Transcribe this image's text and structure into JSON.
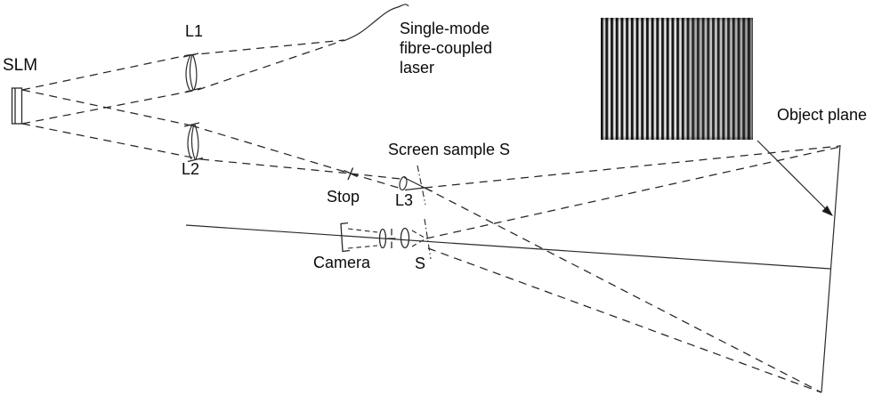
{
  "figure": {
    "type": "optical-setup-diagram",
    "labels": {
      "slm": "SLM",
      "l1": "L1",
      "l2": "L2",
      "laser_line1": "Single-mode",
      "laser_line2": "fibre-coupled",
      "laser_line3": "laser",
      "screen_sample": "Screen sample S",
      "stop": "Stop",
      "l3": "L3",
      "camera": "Camera",
      "s_plane": "S",
      "object_plane": "Object plane"
    },
    "components": [
      "spatial-light-modulator",
      "lens-L1",
      "lens-L2",
      "single-mode-fibre-coupled-laser",
      "stop-aperture",
      "lens-L3",
      "screen-sample-plane-S",
      "camera-with-lens-assembly",
      "object-plane",
      "fringe-pattern-inset"
    ],
    "inset": {
      "content": "vertical-interference-fringes-photo",
      "fringe_dark": "#161616",
      "fringe_light": "#f1f1f1"
    },
    "colors": {
      "ink": "#1f1f1f",
      "background": "#ffffff",
      "text": "#0a0a0a"
    }
  }
}
